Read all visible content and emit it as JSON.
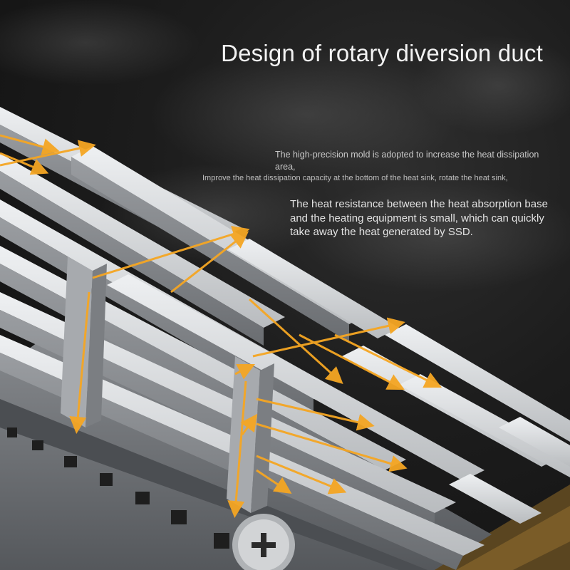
{
  "title": "Design of rotary diversion duct",
  "captions": {
    "line1": "The high-precision mold is adopted to increase the heat dissipation area,",
    "line2": "Improve the heat dissipation capacity at the bottom of the heat sink, rotate the heat sink,",
    "line3": "The heat resistance between the heat absorption base and the heating equipment is small, which can quickly take away the heat generated by SSD."
  },
  "colors": {
    "arrow": "#f5a623",
    "background": "#1c1c1c",
    "heatsink": "#c9cbcd",
    "pcb": "#6a4f22"
  },
  "icons": [
    "smoke-background",
    "heatsink-image",
    "airflow-arrows",
    "screw-icon"
  ]
}
